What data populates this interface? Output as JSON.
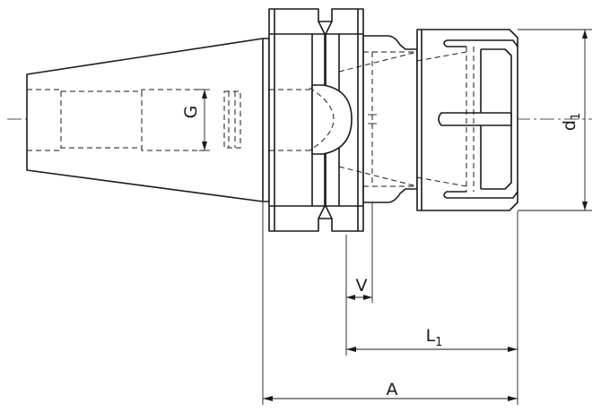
{
  "dimensions": {
    "G": "G",
    "d1": {
      "main": "d",
      "sub": "1"
    },
    "V": "V",
    "L1": {
      "main": "L",
      "sub": "1"
    },
    "A": "A"
  }
}
